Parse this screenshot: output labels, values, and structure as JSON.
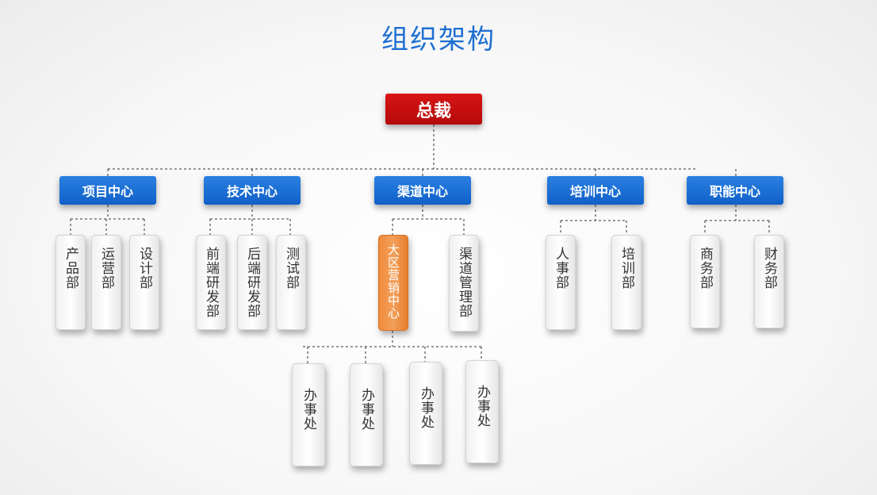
{
  "title": "组织架构",
  "ceo": "总裁",
  "centers": {
    "project": {
      "label": "项目中心",
      "depts": [
        "产品部",
        "运营部",
        "设计部"
      ]
    },
    "tech": {
      "label": "技术中心",
      "depts": [
        "前端研发部",
        "后端研发部",
        "测试部"
      ]
    },
    "channel": {
      "label": "渠道中心",
      "depts": [
        "大区营销中心",
        "渠道管理部"
      ],
      "offices": [
        "办事处",
        "办事处",
        "办事处",
        "办事处"
      ]
    },
    "training": {
      "label": "培训中心",
      "depts": [
        "人事部",
        "培训部"
      ]
    },
    "functional": {
      "label": "职能中心",
      "depts": [
        "商务部",
        "财务部"
      ]
    }
  },
  "colors": {
    "title": "#1e6fd1",
    "ceo": "#c00f0f",
    "center": "#1a6ed8",
    "highlight": "#ef8a3c",
    "line": "#333333"
  }
}
